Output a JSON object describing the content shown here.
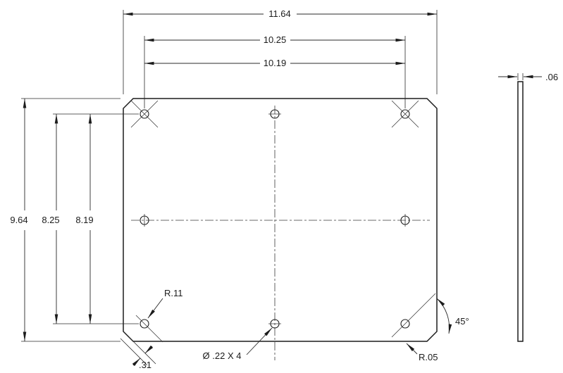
{
  "colors": {
    "ink": "#1c1c1c",
    "background": "#ffffff"
  },
  "drawing": {
    "front_view": {
      "width_overall": "11.64",
      "width_hole_span_outer": "10.25",
      "width_hole_span_inner": "10.19",
      "height_overall": "9.64",
      "height_hole_span_outer": "8.25",
      "height_hole_span_inner": "8.19",
      "corner_radius_callout": "R.11",
      "chamfer_width": ".31",
      "hole_callout": "Ø .22 X 4",
      "chamfer_angle": "45°",
      "fillet_radius_callout": "R.05"
    },
    "side_view": {
      "thickness": ".06"
    }
  }
}
